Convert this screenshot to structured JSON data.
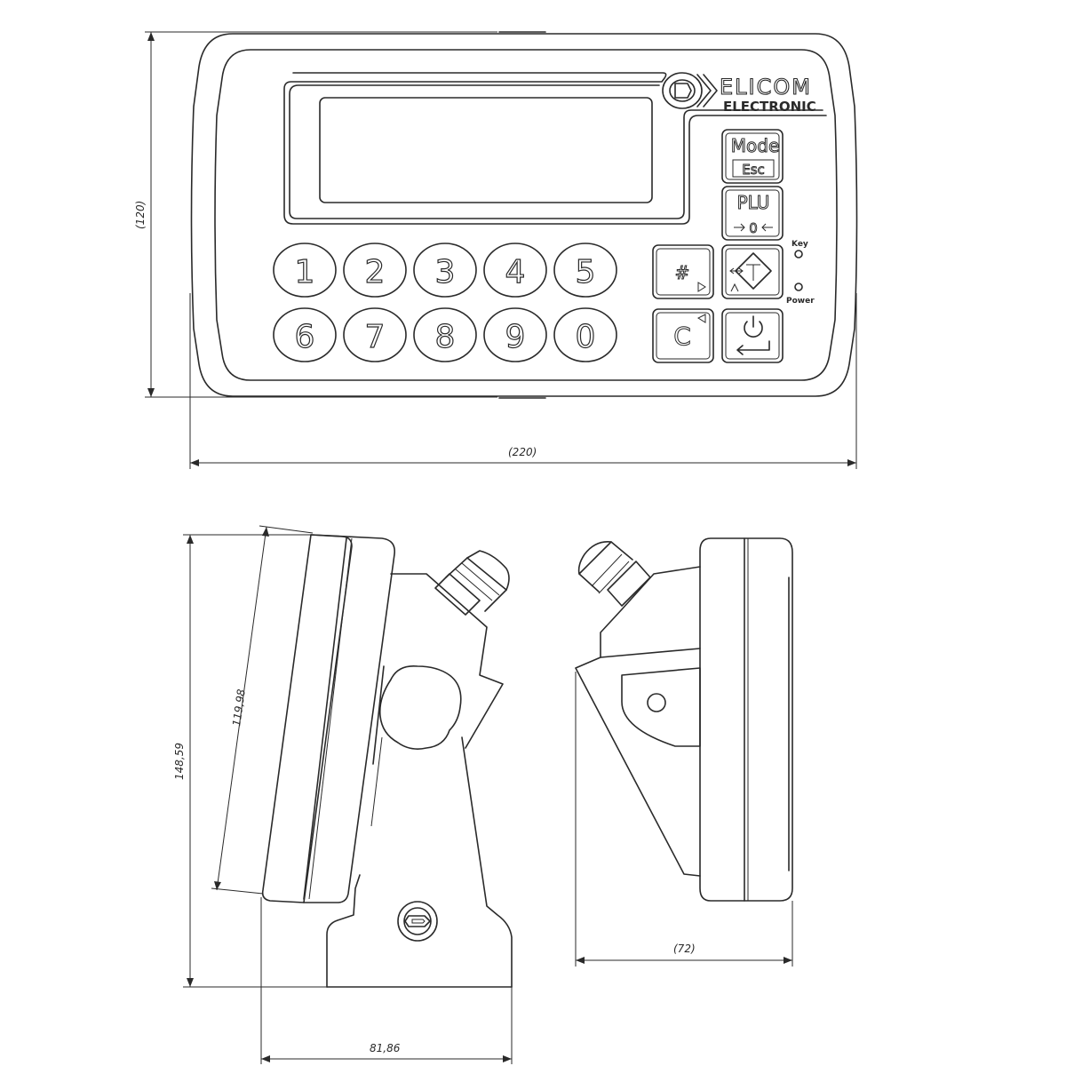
{
  "brand": {
    "name": "ELICOM",
    "sub": "ELECTRONIC"
  },
  "keys": {
    "digits_row1": [
      "1",
      "2",
      "3",
      "4",
      "5"
    ],
    "digits_row2": [
      "6",
      "7",
      "8",
      "9",
      "0"
    ],
    "mode": "Mode",
    "esc": "Esc",
    "plu": "PLU",
    "zero": "0",
    "hash": "#",
    "clear": "C"
  },
  "indicators": {
    "key": "Key",
    "power": "Power"
  },
  "dimensions": {
    "front_height": "(120)",
    "front_width": "(220)",
    "side_height": "148,59",
    "panel_height": "119,98",
    "side_depth": "81,86",
    "back_depth": "(72)"
  }
}
